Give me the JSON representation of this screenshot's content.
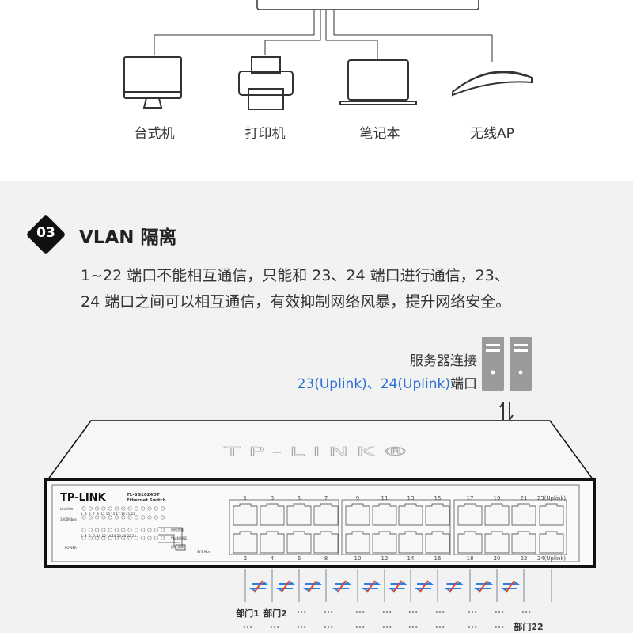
{
  "devices": [
    {
      "label": "台式机",
      "icon": "desktop-icon"
    },
    {
      "label": "打印机",
      "icon": "printer-icon"
    },
    {
      "label": "笔记本",
      "icon": "laptop-icon"
    },
    {
      "label": "无线AP",
      "icon": "wireless-ap-icon"
    }
  ],
  "section": {
    "number": "03",
    "title": "VLAN 隔离",
    "lines": [
      "1~22 端口不能相互通信，只能和 23、24 端口进行通信，23、",
      "24 端口之间可以相互通信，有效抑制网络风暴，提升网络安全。"
    ]
  },
  "server": {
    "line1": "服务器连接",
    "line2_blue": "23(Uplink)、24(Uplink)",
    "line2_black": "端口"
  },
  "switch": {
    "brand": "TP-LINK",
    "model": "TL-SG1024DT",
    "type": "Ethernet Switch",
    "led_top_label": "Link/Act",
    "led_speed_label": "1000Mbps",
    "power_label": "POWER",
    "mode_labels": [
      "网络克隆",
      "VLAN 隔离",
      "标准交换"
    ],
    "sys_mode": "SYS Mod",
    "top_ports": [
      "1",
      "3",
      "5",
      "7",
      "9",
      "11",
      "13",
      "15",
      "17",
      "19",
      "21",
      "23(Uplink)"
    ],
    "bottom_ports": [
      "2",
      "4",
      "6",
      "8",
      "10",
      "12",
      "14",
      "16",
      "18",
      "20",
      "22",
      "24(Uplink)"
    ],
    "led_odd": "1  3  5  7  9  11 13 15 17 19 21 23",
    "led_even": "2  4  6  8  10 12 14 16 18 20 22 24"
  },
  "departments": {
    "first": "部门1",
    "second": "部门2",
    "last": "部门22",
    "ellipsis": "···"
  }
}
